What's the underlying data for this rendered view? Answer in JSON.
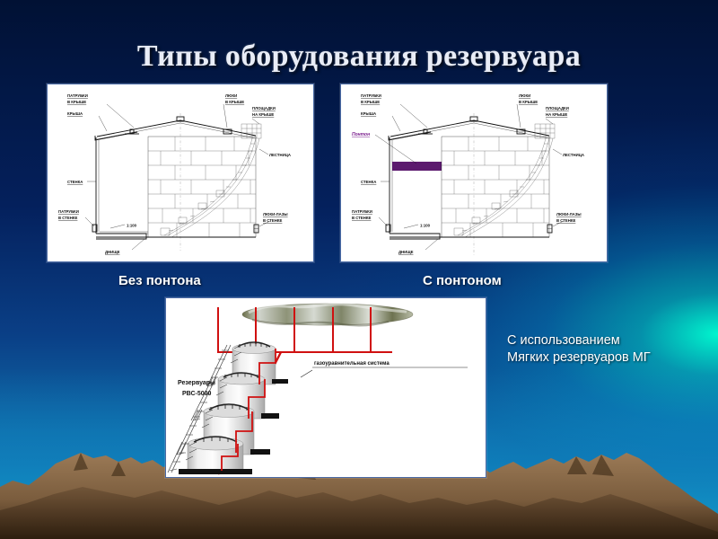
{
  "slide": {
    "title": "Типы оборудования резервуара",
    "background_top_color": "#011134",
    "background_bottom_color": "#1285bd",
    "accent_glow_color": "#00ffd2",
    "mountain_color": "#8a6a4a"
  },
  "captions": {
    "left": "Без понтона",
    "right": "С понтоном",
    "soft_line1": "С использованием",
    "soft_line2": "Мягких резервуаров МГ"
  },
  "tank_diagram": {
    "labels": {
      "roof_nozzles": "ПАТРУБКИ\nВ КРЫШЕ",
      "roof_nozzles_l1": "ПАТРУБКИ",
      "roof_nozzles_l2": "В КРЫШЕ",
      "roof": "КРЫША",
      "roof_hatches_l1": "ЛЮКИ",
      "roof_hatches_l2": "В КРЫШЕ",
      "roof_platforms_l1": "ПЛОЩАДКИ",
      "roof_platforms_l2": "НА КРЫШЕ",
      "stairs": "ЛЕСТНИЦА",
      "wall": "СТЕНКА",
      "wall_nozzles_l1": "ПАТРУБКИ",
      "wall_nozzles_l2": "В СТЕНКЕ",
      "manholes_l1": "ЛЮКИ-ЛАЗЫ",
      "manholes_l2": "В СТЕНКЕ",
      "bottom": "ДНИЩЕ",
      "slope": "1:100",
      "pontoon": "Понтон"
    },
    "pontoon_color": "#5c1a6e"
  },
  "soft_tank_diagram": {
    "labels": {
      "reservoirs_l1": "Резервуары",
      "reservoirs_l2": "РВС-5000",
      "gas_system": "газоуравнительная система"
    },
    "pipe_color": "#d01010",
    "tank_count": 4
  }
}
